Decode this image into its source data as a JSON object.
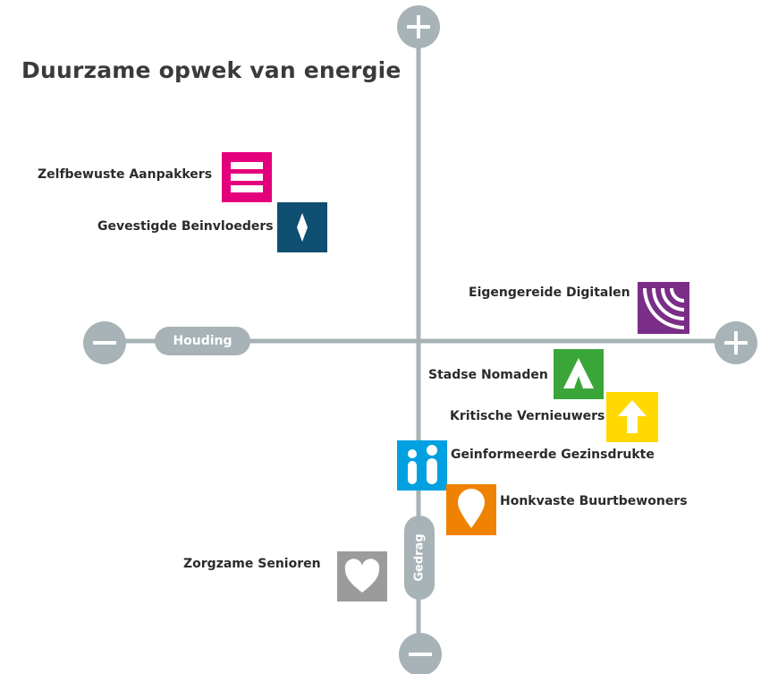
{
  "title": "Duurzame opwek van energie",
  "axes": {
    "horizontal": {
      "label": "Houding",
      "minus_symbol": "−",
      "plus_symbol": "+"
    },
    "vertical": {
      "label": "Gedrag",
      "minus_symbol": "−",
      "plus_symbol": "+"
    },
    "color": "#a7b3b6"
  },
  "segments": [
    {
      "label": "Zelfbewuste Aanpakkers",
      "color": "#e4007d",
      "icon": "stack-icon"
    },
    {
      "label": "Gevestigde Beinvloeders",
      "color": "#0f4f72",
      "icon": "diamond-icon"
    },
    {
      "label": "Eigengereide Digitalen",
      "color": "#7a2e87",
      "icon": "waves-icon"
    },
    {
      "label": "Stadse Nomaden",
      "color": "#3aa63a",
      "icon": "tent-icon"
    },
    {
      "label": "Kritische Vernieuwers",
      "color": "#ffd900",
      "icon": "arrow-up-icon"
    },
    {
      "label": "Geinformeerde Gezinsdrukte",
      "color": "#00a0e1",
      "icon": "family-icon"
    },
    {
      "label": "Honkvaste Buurtbewoners",
      "color": "#ef8200",
      "icon": "location-pin-icon"
    },
    {
      "label": "Zorgzame Senioren",
      "color": "#9b9b9b",
      "icon": "heart-icon"
    }
  ]
}
